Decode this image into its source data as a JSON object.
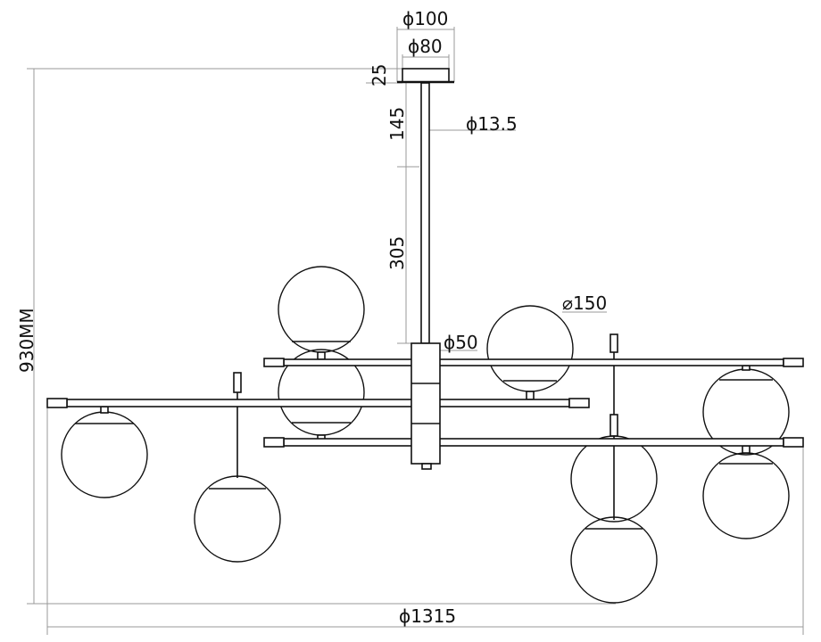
{
  "drawing": {
    "title": "Chandelier dimension drawing",
    "dimensions": {
      "canopy_outer": "ϕ100",
      "canopy_inner": "ϕ80",
      "canopy_height": "25",
      "stem_upper": "145",
      "stem_diameter": "ϕ13.5",
      "stem_lower": "305",
      "hub_diameter": "ϕ50",
      "globe_diameter": "⌀150",
      "total_height": "930MM",
      "total_width": "ϕ1315"
    },
    "colors": {
      "line": "#111111",
      "dimension": "#999999"
    }
  }
}
